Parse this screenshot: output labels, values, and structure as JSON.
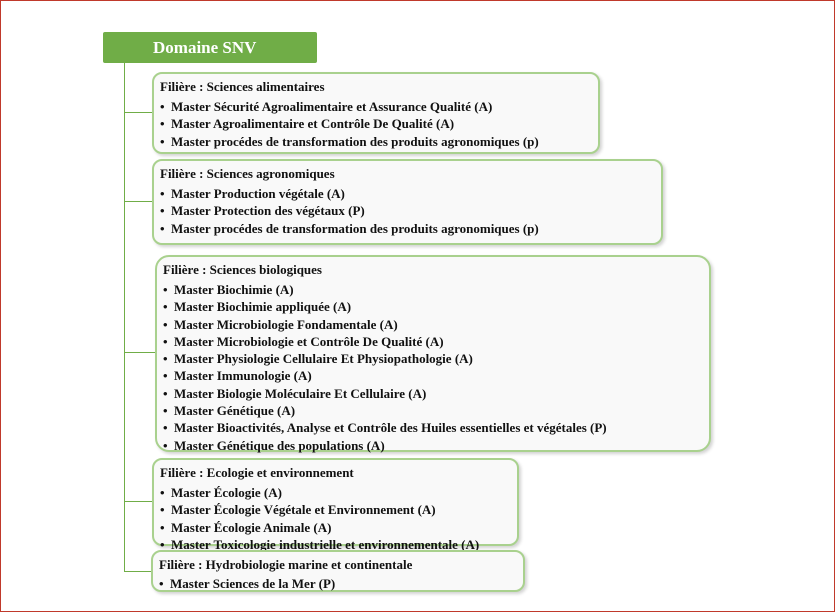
{
  "header": {
    "title": "Domaine SNV"
  },
  "filieres": [
    {
      "title": "Filière : Sciences alimentaires",
      "items": [
        "Master Sécurité Agroalimentaire et Assurance Qualité (A)",
        "Master Agroalimentaire et Contrôle De Qualité (A)",
        "Master procédes de transformation des produits agronomiques (p)"
      ]
    },
    {
      "title": "Filière : Sciences agronomiques",
      "items": [
        "Master Production végétale (A)",
        "Master Protection des végétaux (P)",
        "Master procédes de transformation des produits agronomiques (p)"
      ]
    },
    {
      "title": "Filière : Sciences biologiques",
      "items": [
        "Master Biochimie (A)",
        "Master Biochimie appliquée  (A)",
        "Master Microbiologie Fondamentale  (A)",
        "Master Microbiologie et Contrôle De Qualité  (A)",
        "Master Physiologie Cellulaire Et Physiopathologie  (A)",
        "Master Immunologie  (A)",
        "Master Biologie Moléculaire Et Cellulaire  (A)",
        "Master Génétique  (A)",
        "Master Bioactivités, Analyse et Contrôle des Huiles essentielles et végétales (P)",
        "Master Génétique des populations (A)"
      ]
    },
    {
      "title": "Filière : Ecologie et environnement",
      "items": [
        "Master Écologie (A)",
        "Master Écologie  Végétale et Environnement (A)",
        "Master Écologie Animale (A)",
        "Master Toxicologie industrielle et environnementale (A)"
      ]
    },
    {
      "title": "Filière : Hydrobiologie marine et continentale",
      "items": [
        "Master Sciences de la Mer (P)"
      ]
    }
  ],
  "colors": {
    "accent_green": "#70ad47",
    "box_border": "#a9d18e",
    "frame": "#c0392b"
  }
}
